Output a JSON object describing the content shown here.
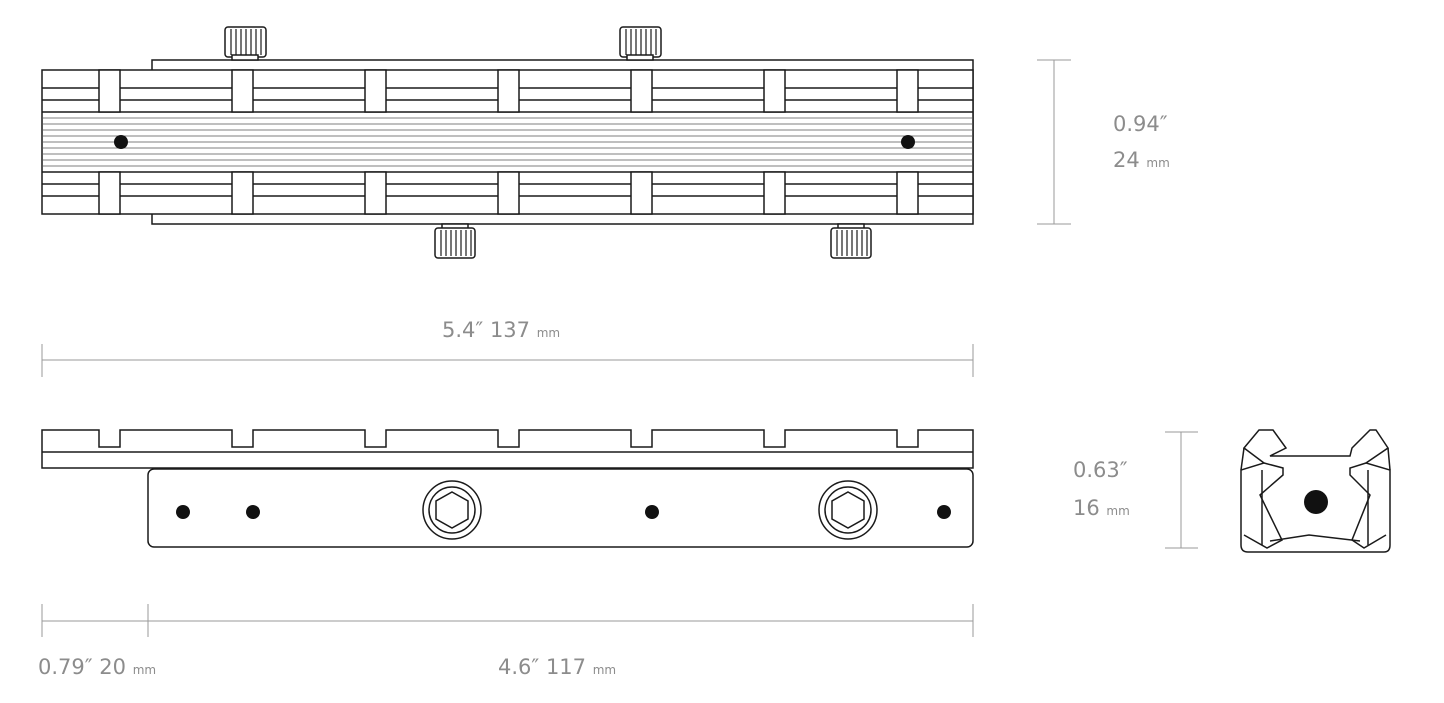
{
  "dimensions": {
    "height_top": {
      "inch": "0.94″",
      "mm": "24",
      "unit": "mm"
    },
    "total_length": {
      "inch": "5.4″",
      "mm": "137",
      "unit": "mm"
    },
    "height_end": {
      "inch": "0.63″",
      "mm": "16",
      "unit": "mm"
    },
    "offset_length": {
      "inch": "0.79″",
      "mm": "20",
      "unit": "mm"
    },
    "base_length": {
      "inch": "4.6″",
      "mm": "117",
      "unit": "mm"
    }
  }
}
